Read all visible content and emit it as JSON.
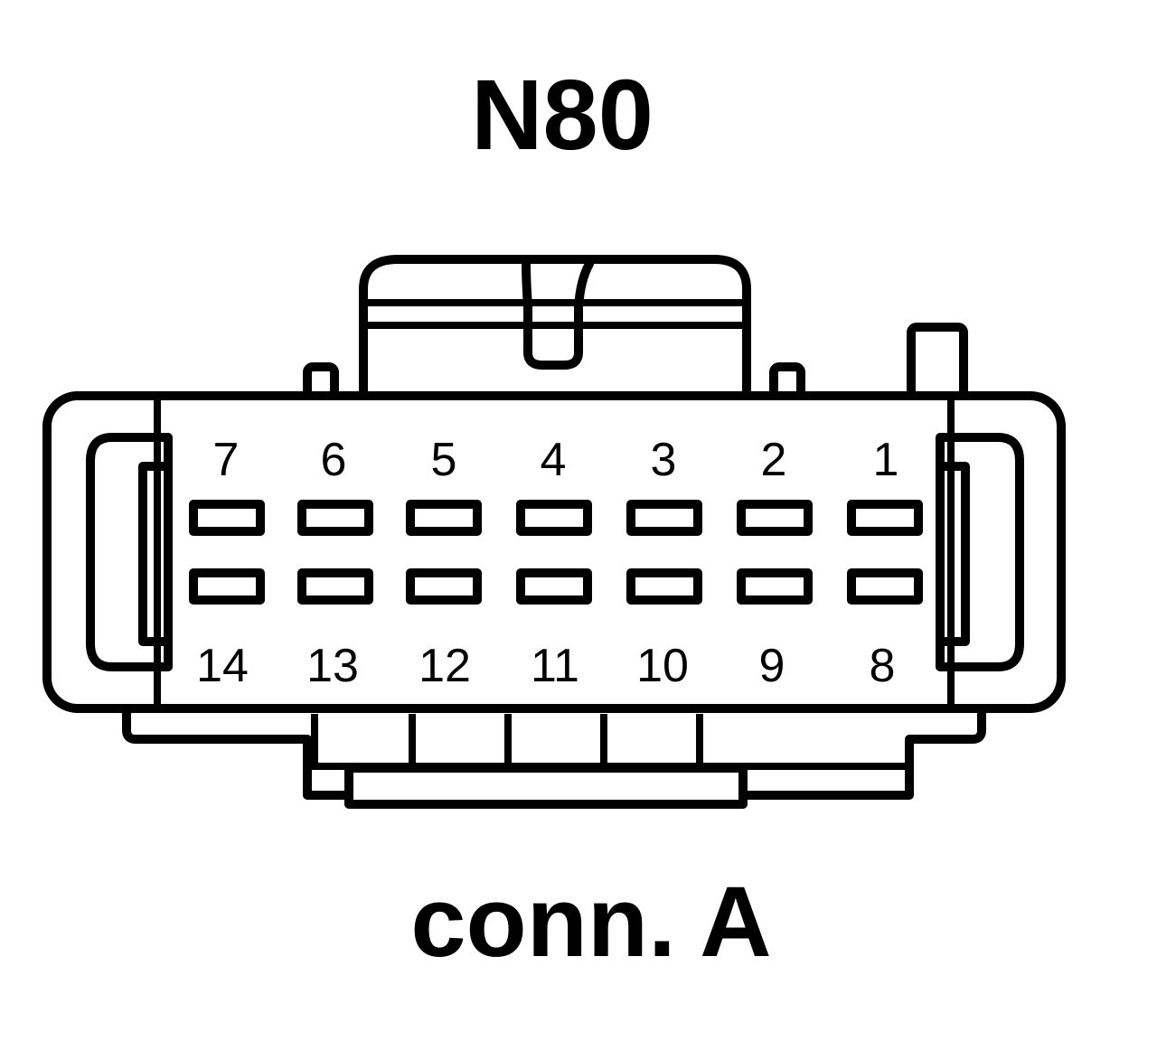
{
  "diagram": {
    "title": "N80",
    "caption": "conn. A",
    "top_row_pins": [
      "7",
      "6",
      "5",
      "4",
      "3",
      "2",
      "1"
    ],
    "bottom_row_pins": [
      "14",
      "13",
      "12",
      "11",
      "10",
      "9",
      "8"
    ]
  }
}
